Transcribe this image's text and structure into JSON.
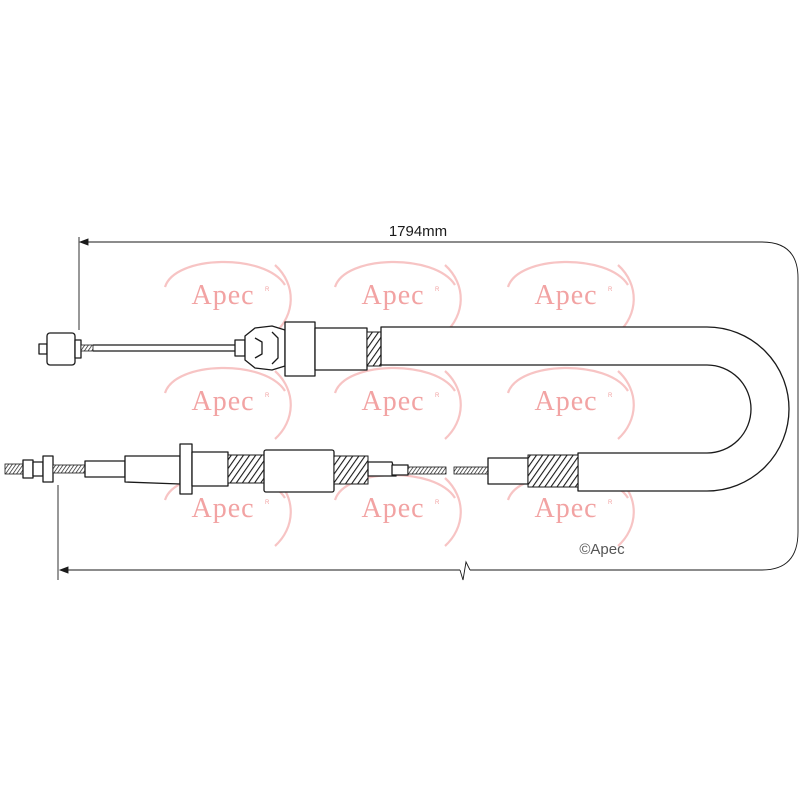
{
  "dimension": {
    "length_label": "1794mm"
  },
  "watermark": {
    "brand": "Apec",
    "registered": "R"
  },
  "copyright": {
    "label": "©Apec"
  },
  "colors": {
    "line": "#1a1a1a",
    "watermark": "#f2a3a3",
    "background": "#ffffff"
  }
}
